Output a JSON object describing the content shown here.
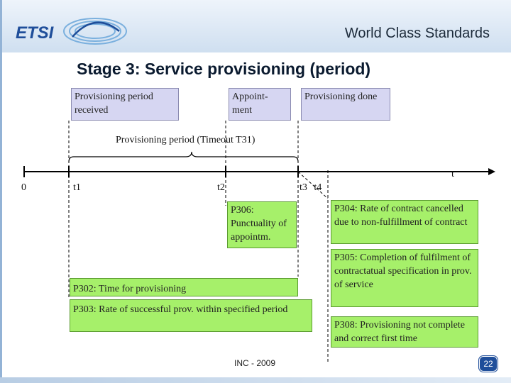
{
  "header": {
    "logo_text": "ETSI",
    "brand_text": "World Class Standards"
  },
  "title": "Stage 3: Service provisioning (period)",
  "events": {
    "received": "Provisioning period received",
    "appointment": "Appoint-ment",
    "done": "Provisioning done"
  },
  "timeout_label": "Provisioning period (Timeout T31)",
  "timeline": {
    "zero": "0",
    "t1": "t1",
    "t2": "t2",
    "t3t4": "t3 t4",
    "t": "t"
  },
  "metrics": {
    "p306": "P306: Punctuality of appointm.",
    "p302": "P302: Time for provisioning",
    "p303": "P303: Rate of successful prov. within specified period",
    "p304": "P304: Rate of contract cancelled due to non-fulfillment of contract",
    "p305": "P305: Completion of fulfilment of contractatual specification in prov. of service",
    "p308": "P308: Provisioning not complete and correct first time"
  },
  "footer": "INC - 2009",
  "page_number": "22",
  "colors": {
    "green": "#a6f06a",
    "lavender": "#d6d6f2",
    "badge": "#1f4e9a"
  }
}
